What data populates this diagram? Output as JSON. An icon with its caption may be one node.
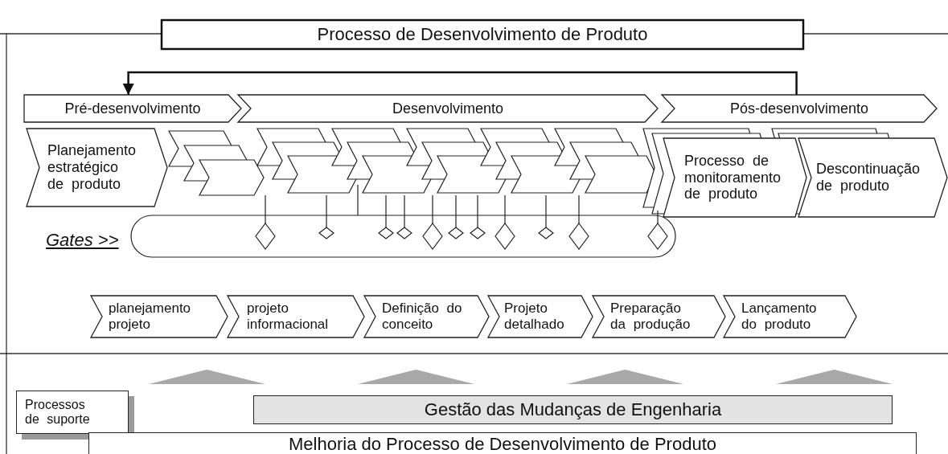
{
  "diagram": {
    "nodes": [
      {
        "text": [
          "Processo de Desenvolvimento de Produto"
        ]
      },
      {
        "text": [
          "Pré-desenvolvimento"
        ]
      },
      {
        "text": [
          "Desenvolvimento"
        ]
      },
      {
        "text": [
          "Pós-desenvolvimento"
        ]
      },
      {
        "text": [
          "Planejamento estratégico de produto"
        ]
      },
      {
        "text": [
          "Processo de monitoramento de produto"
        ]
      },
      {
        "text": [
          "Descontinuação de produto"
        ]
      },
      {
        "text": [
          "planejamento projeto"
        ]
      },
      {
        "text": [
          "projeto informacional"
        ]
      },
      {
        "text": [
          "Definição do conceito"
        ]
      },
      {
        "text": [
          "Projeto detalhado"
        ]
      },
      {
        "text": [
          "Preparação da produção"
        ]
      },
      {
        "text": [
          "Lançamento do produto"
        ]
      },
      {
        "text": [],
        "shape": "triangle"
      },
      {
        "text": [],
        "shape": "triangle"
      },
      {
        "text": [],
        "shape": "triangle"
      },
      {
        "text": [],
        "shape": "triangle"
      },
      {
        "text": [
          "Processos de suporte"
        ]
      },
      {
        "text": [
          "Gestão das Mudanças de Engenharia"
        ]
      },
      {
        "text": [
          "Melhoria do Processo de Desenvolvimento de Produto"
        ]
      }
    ],
    "edges": [
      {
        "from": 3,
        "to": 1,
        "arrow": "to"
      }
    ],
    "labels": [
      "Gates >>"
    ]
  }
}
